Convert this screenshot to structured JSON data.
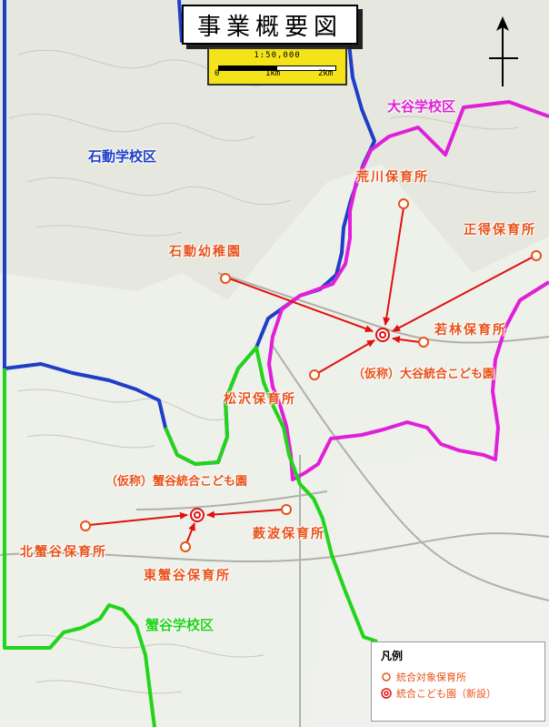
{
  "title": "事業概要図",
  "scale": {
    "ratio": "1:50,000",
    "ticks": [
      "0",
      "1km",
      "2km"
    ]
  },
  "districts": {
    "ishidou": {
      "label": "石動学校区",
      "color": "#1e3ec8"
    },
    "ootani": {
      "label": "大谷学校区",
      "color": "#e020d8"
    },
    "kanitani": {
      "label": "蟹谷学校区",
      "color": "#22d41a"
    }
  },
  "facilities": {
    "arakawa": "荒川保育所",
    "shoutoku": "正得保育所",
    "ishidou_kindergarten": "石動幼稚園",
    "wakabayashi": "若林保育所",
    "matsuzawa": "松沢保育所",
    "yabunami": "薮波保育所",
    "kitakanitani": "北蟹谷保育所",
    "higashikanitani": "東蟹谷保育所"
  },
  "integrated": {
    "ootani": "（仮称）大谷統合こども園",
    "kanitani": "（仮称）蟹谷統合こども園"
  },
  "legend": {
    "title": "凡例",
    "items": [
      {
        "symbol": "circle",
        "label": "統合対象保育所"
      },
      {
        "symbol": "double-circle",
        "label": "統合こども園（新設）"
      }
    ]
  },
  "colors": {
    "facility": "#e8521a",
    "arrow": "#e01010"
  }
}
